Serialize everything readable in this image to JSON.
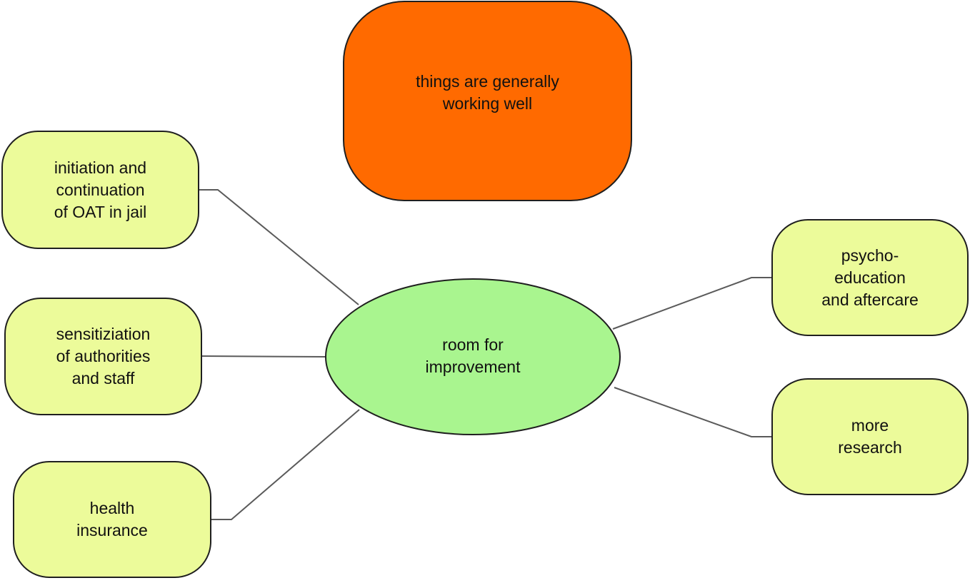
{
  "colors": {
    "top_node_fill": "#ff6a00",
    "center_node_fill": "#a9f58f",
    "branch_node_fill": "#ecfb9a",
    "connector": "#5a5a5a",
    "border": "#1f1f1f"
  },
  "top_node": {
    "lines": [
      "things are generally",
      "working well"
    ]
  },
  "center_node": {
    "lines": [
      "room for",
      "improvement"
    ]
  },
  "left_nodes": [
    {
      "lines": [
        "initiation and",
        "continuation",
        "of OAT in jail"
      ]
    },
    {
      "lines": [
        "sensitiziation",
        "of authorities",
        "and staff"
      ]
    },
    {
      "lines": [
        "health",
        "insurance"
      ]
    }
  ],
  "right_nodes": [
    {
      "lines": [
        "psycho-",
        "education",
        "and aftercare"
      ]
    },
    {
      "lines": [
        "more",
        "research"
      ]
    }
  ]
}
